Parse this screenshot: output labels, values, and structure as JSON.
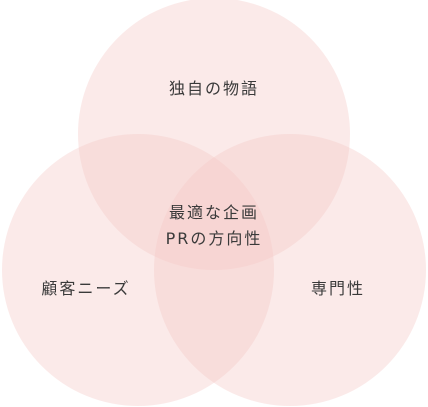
{
  "diagram": {
    "type": "venn-3",
    "circle_color": "#f4c8c4",
    "text_color": "#3a3a3a",
    "sets": {
      "top": "独自の物語",
      "left": "顧客ニーズ",
      "right": "専門性"
    },
    "intersection": {
      "line1": "最適な企画",
      "line2": "PRの方向性"
    }
  }
}
